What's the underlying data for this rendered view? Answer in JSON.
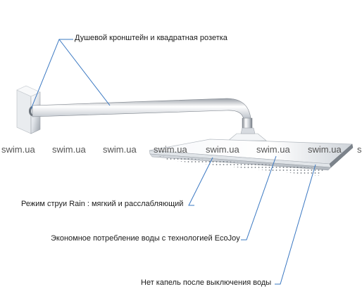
{
  "labels": {
    "bracket": "Душевой кронштейн и квадратная розетка",
    "rain_mode": "Режим струи Rain : мягкий и расслабляющий",
    "ecojoy": "Экономное потребление воды с технологией EcoJoy",
    "no_drip": "Нет капель после выключения воды"
  },
  "watermark": {
    "text": "swim.ua",
    "edge_fragment": "s"
  },
  "colors": {
    "leader_line": "#3a78c2",
    "chrome_dark": "#8a9098",
    "chrome_light": "#f4f6f8"
  }
}
